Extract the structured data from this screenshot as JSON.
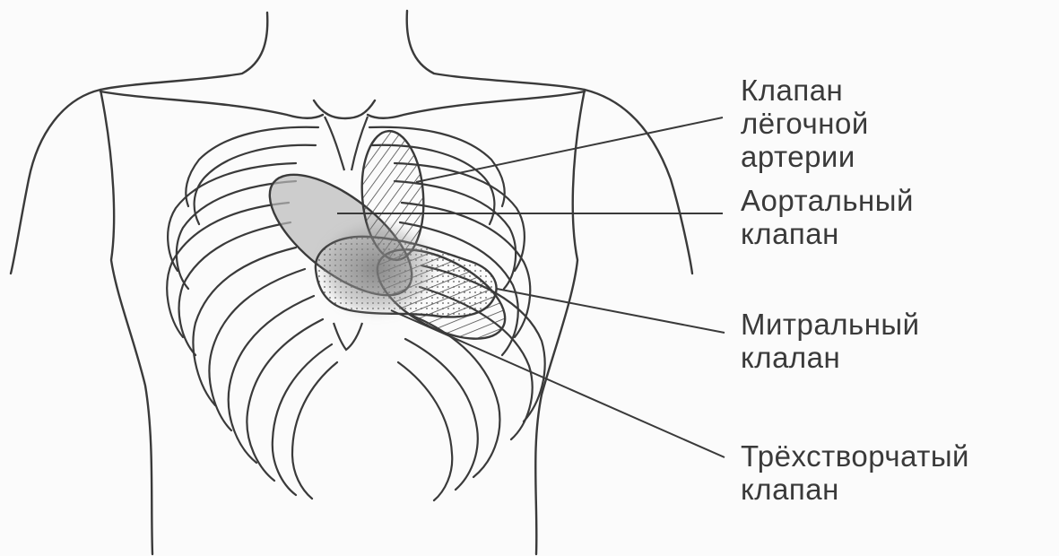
{
  "labels": {
    "pulmonary": [
      "Клапан",
      "лёгочной",
      "артерии"
    ],
    "aortic": [
      "Аортальный",
      "клапан"
    ],
    "mitral": [
      "Митральный",
      "клалан"
    ],
    "tricuspid": [
      "Трёхстворчатый",
      "клапан"
    ]
  },
  "colors": {
    "ink": "#3a3a3a",
    "background": "#fbfbfb",
    "valve_shade": "#9a9a9a"
  }
}
